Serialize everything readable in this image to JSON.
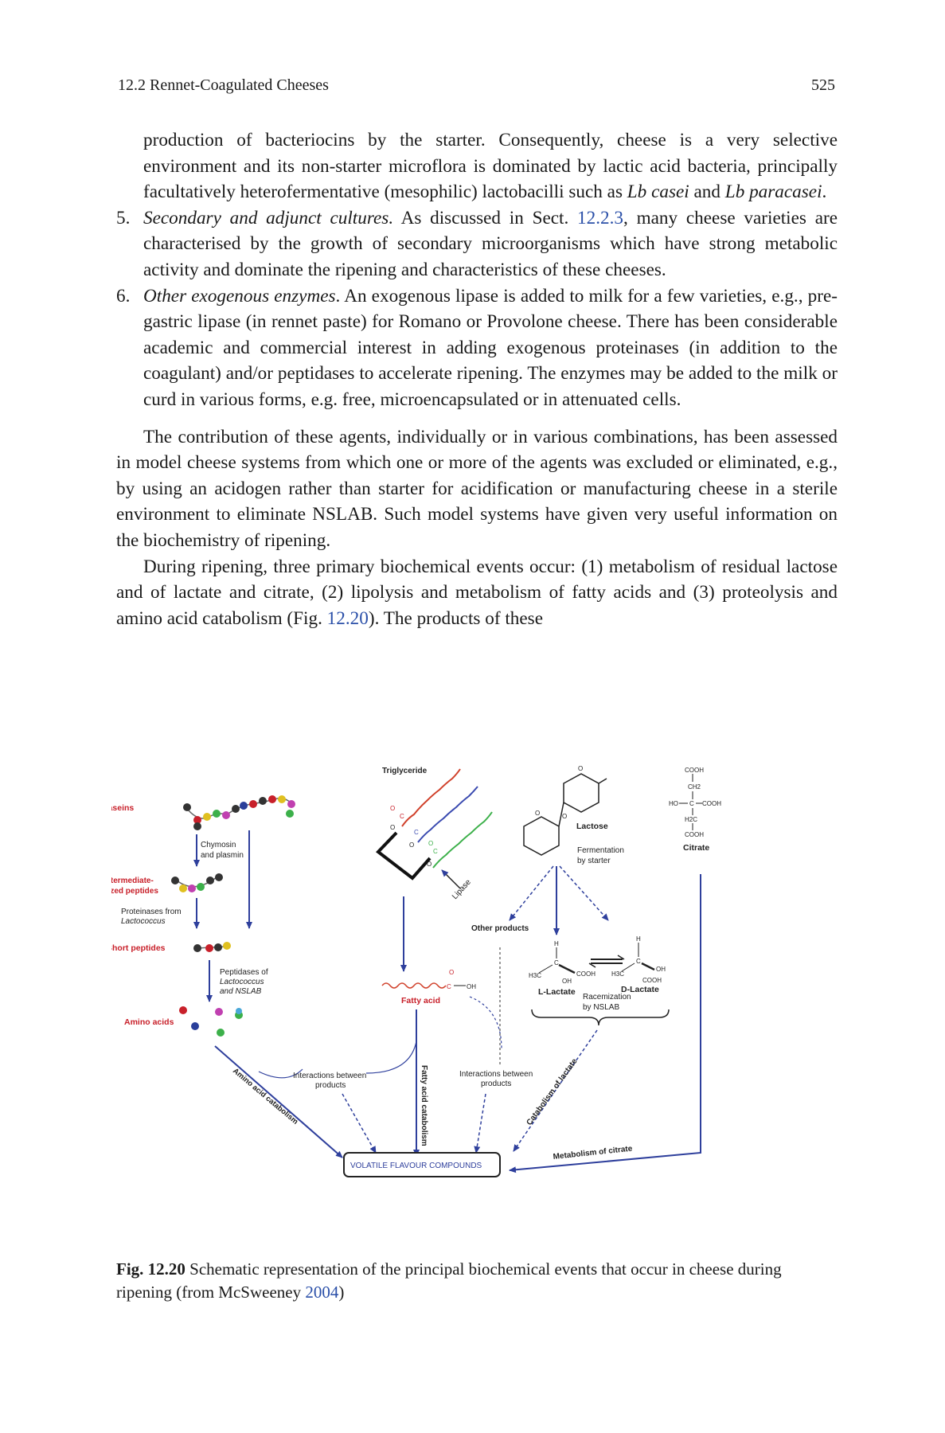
{
  "header": {
    "section": "12.2   Rennet-Coagulated Cheeses",
    "page": "525"
  },
  "text": {
    "p0": "production of bacteriocins by the starter. Consequently, cheese is a very selective environment and its non-starter microflora is dominated by lactic acid bacteria, principally facultatively heterofermentative (mesophilic) lactobacilli such as ",
    "p0_i1": "Lb casei",
    "p0_mid": " and ",
    "p0_i2": "Lb paracasei",
    "p0_end": ".",
    "item5_num": "5.",
    "item5_title": "Secondary and adjunct cultures.",
    "item5_a": " As discussed in Sect. ",
    "item5_link": "12.2.3",
    "item5_b": ", many cheese varieties are characterised by the growth of secondary microorganisms which have strong metabolic activity and dominate the ripening and characteristics of these cheeses.",
    "item6_num": "6.",
    "item6_title": "Other exogenous enzymes",
    "item6_b": ". An exogenous lipase is added to milk for a few varieties, e.g., pre-gastric lipase (in rennet paste) for Romano or Provolone cheese. There has been considerable academic and commercial interest in adding exogenous proteinases (in addition to the coagulant) and/or peptidases to accelerate ripening. The enzymes may be added to the milk or curd in various forms, e.g. free, microencapsulated or in attenuated cells.",
    "para1": "The contribution of these agents, individually or in various combinations, has been assessed in model cheese systems from which one or more of the agents was excluded or eliminated, e.g., by using an acidogen rather than starter for acidification or manufacturing cheese in a sterile environment to eliminate NSLAB. Such model systems have given very useful information on the biochemistry of ripening.",
    "para2_a": "During ripening, three primary biochemical events occur: (1) metabolism of residual lactose and of lactate and citrate, (2) lipolysis and metabolism of fatty acids and (3) proteolysis and amino acid catabolism (Fig. ",
    "para2_link": "12.20",
    "para2_b": "). The products of these"
  },
  "figure": {
    "caseins": "Caseins",
    "chymosin1": "Chymosin",
    "chymosin2": "and plasmin",
    "intermediate1": "Intermediate-",
    "intermediate2": "sized peptides",
    "proteinases1": "Proteinases from",
    "proteinases2": "Lactococcus",
    "short_peptides": "Short peptides",
    "peptidases1": "Peptidases of",
    "peptidases2": "Lactococcus",
    "peptidases3": "and NSLAB",
    "amino_acids": "Amino acids",
    "triglyceride": "Triglyceride",
    "lipase": "Lipase",
    "fatty_acid": "Fatty acid",
    "lactose": "Lactose",
    "fermentation1": "Fermentation",
    "fermentation2": "by starter",
    "other_products": "Other products",
    "l_lactate": "L-Lactate",
    "d_lactate": "D-Lactate",
    "racemization1": "Racemization",
    "racemization2": "by NSLAB",
    "citrate": "Citrate",
    "interactions1a": "Interactions between",
    "interactions1b": "products",
    "interactions2a": "Interactions between",
    "interactions2b": "products",
    "amino_acid_catabolism": "Amino acid catabolism",
    "fatty_acid_catabolism": "Fatty acid catabolism",
    "catabolism_of_lactate": "Catabolism of lactate",
    "metabolism_of_citrate": "Metabolism of citrate",
    "volatile": "VOLATILE FLAVOUR COMPOUNDS",
    "cooh": "COOH",
    "ch2": "CH2",
    "ho": "HO",
    "h2c": "H2C",
    "c": "C",
    "o": "O",
    "oh": "OH",
    "h": "H",
    "h3c": "H3C",
    "colors": {
      "red": "#c8202a",
      "blue": "#2e3f9c",
      "navy": "#1f2f8a"
    }
  },
  "caption": {
    "label": "Fig. 12.20",
    "text_a": "  Schematic representation of the principal biochemical events that occur in cheese during ripening (from McSweeney ",
    "link": "2004",
    "text_b": ")"
  }
}
